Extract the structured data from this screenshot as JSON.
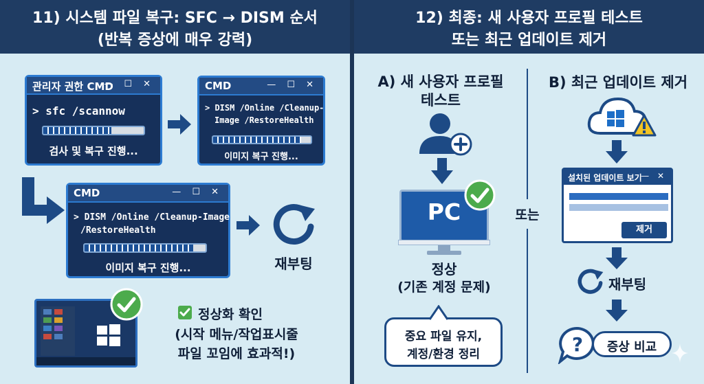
{
  "left": {
    "title_line1": "11) 시스템 파일 복구: SFC → DISM 순서",
    "title_line2": "(반복 증상에 매우 강력)",
    "cmd1": {
      "title": "관리자 권한 CMD",
      "controls": "— ☐ ✕",
      "command": "> sfc /scannow",
      "status": "검사 및 복구 진행...",
      "progress": 0.68
    },
    "cmd2": {
      "title": "CMD",
      "controls": "— ☐ ✕",
      "command_line1": "> DISM /Online /Cleanup-",
      "command_line2": "Image /RestoreHealth",
      "status": "이미지 복구 진행...",
      "progress": 0.9
    },
    "cmd3": {
      "title": "CMD",
      "controls": "— ☐ ✕",
      "command_line1": "> DISM /Online /Cleanup-Image",
      "command_line2": "/RestoreHealth",
      "status": "이미지 복구 진행...",
      "progress": 0.9
    },
    "reboot_label": "재부팅",
    "confirm_label": "정상화 확인",
    "confirm_desc_line1": "(시작 메뉴/작업표시줄",
    "confirm_desc_line2": "파일 꼬임에 효과적!)"
  },
  "right": {
    "title_line1": "12) 최종: 새 사용자 프로필 테스트",
    "title_line2": "또는 최근 업데이트 제거",
    "option_a_line1": "A) 새 사용자 프로필",
    "option_a_line2": "테스트",
    "pc_label": "PC",
    "normal_label": "정상",
    "normal_desc": "(기존 계정 문제)",
    "bubble_line1": "중요 파일 유지,",
    "bubble_line2": "계정/환경 정리",
    "or_label": "또는",
    "option_b_label": "B) 최근 업데이트 제거",
    "update_window_title": "설치된 업데이트 보기",
    "update_window_controls": "— ✕",
    "remove_button": "제거",
    "reboot_label": "재부팅",
    "compare_label": "증상 비교"
  },
  "colors": {
    "panel_bg": "#d7ebf3",
    "header_bg": "#1f3c63",
    "navy": "#1d4a85",
    "accent_green": "#4cab4c",
    "warning_yellow": "#f3c424"
  },
  "icons": [
    "arrow-right-icon",
    "arrow-down-icon",
    "refresh-icon",
    "check-icon",
    "windows-logo-icon",
    "user-add-icon",
    "monitor-icon",
    "cloud-update-icon",
    "warning-icon",
    "question-icon",
    "sparkle-icon"
  ]
}
